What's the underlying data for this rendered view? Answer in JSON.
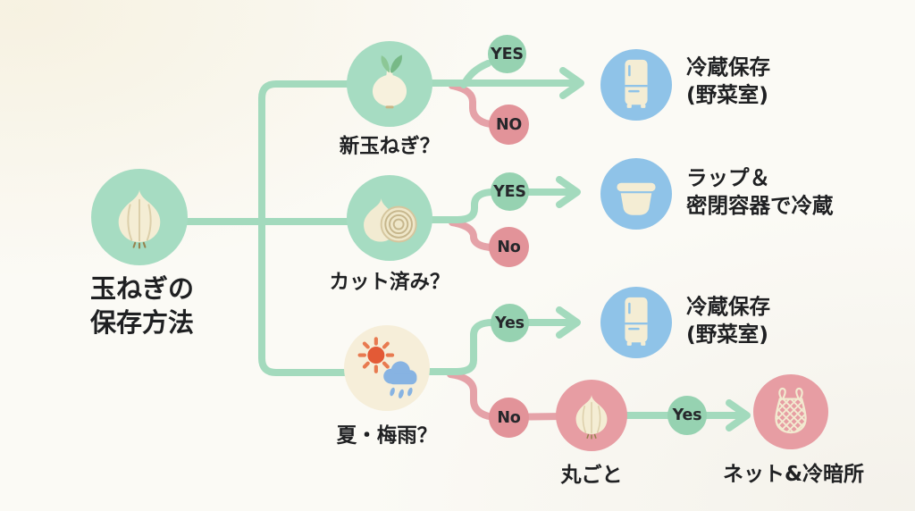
{
  "title": {
    "line1": "玉ねぎの",
    "line2": "保存方法"
  },
  "root": {
    "icon": "onion-icon"
  },
  "branches": [
    {
      "question": "新玉ねぎ？",
      "icon": "sprouting-onion-icon",
      "yes_label": "YES",
      "no_label": "NO",
      "result": {
        "icon": "refrigerator-icon",
        "line1": "冷蔵保存",
        "line2": "(野菜室)"
      }
    },
    {
      "question": "カット済み？",
      "icon": "cut-onion-icon",
      "yes_label": "YES",
      "no_label": "No",
      "result": {
        "icon": "sealed-container-icon",
        "line1": "ラップ＆",
        "line2": "密閉容器で冷蔵"
      }
    },
    {
      "question": "夏・梅雨？",
      "icon": "sun-rain-icon",
      "yes_label": "Yes",
      "no_label": "No",
      "result": {
        "icon": "refrigerator-icon",
        "line1": "冷蔵保存",
        "line2": "(野菜室)"
      }
    }
  ],
  "whole_onion": {
    "label": "丸ごと",
    "icon": "onion-icon",
    "yes_label": "Yes",
    "result_label": "ネット&冷暗所",
    "result_icon": "net-bag-icon"
  },
  "colors": {
    "background": "#fbfaf5",
    "green_node": "#a6dcc2",
    "green_line": "#a3dabd",
    "green_badge": "#96d2b1",
    "pink_line": "#e5a2a8",
    "pink_badge": "#e29399",
    "pink_node": "#e79da3",
    "blue_node": "#8fc3e8",
    "cream_node": "#f6eed9",
    "icon_cream": "#f4edd4",
    "text": "#1f2022"
  }
}
